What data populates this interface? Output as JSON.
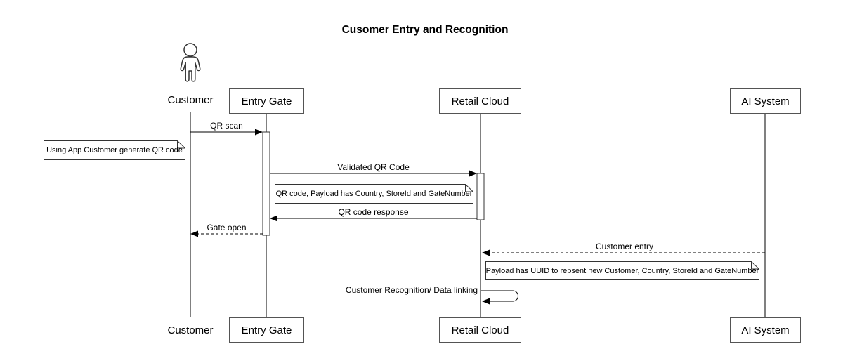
{
  "title": "Cusomer Entry and Recognition",
  "participants": [
    {
      "name": "Customer",
      "type": "actor"
    },
    {
      "name": "Entry Gate",
      "type": "participant"
    },
    {
      "name": "Retail Cloud",
      "type": "participant"
    },
    {
      "name": "AI System",
      "type": "participant"
    }
  ],
  "messages": [
    {
      "label": "QR scan",
      "from": "Customer",
      "to": "Entry Gate",
      "line": "solid"
    },
    {
      "label": "Validated QR Code",
      "from": "Entry Gate",
      "to": "Retail Cloud",
      "line": "solid"
    },
    {
      "label": "QR code response",
      "from": "Retail Cloud",
      "to": "Entry Gate",
      "line": "solid"
    },
    {
      "label": "Gate open",
      "from": "Entry Gate",
      "to": "Customer",
      "line": "dashed"
    },
    {
      "label": "Customer entry",
      "from": "AI System",
      "to": "Retail Cloud",
      "line": "dashed"
    },
    {
      "label": "Customer Recognition/ Data linking",
      "from": "Retail Cloud",
      "to": "Retail Cloud",
      "line": "self"
    }
  ],
  "notes": [
    {
      "text": "Using App Customer generate QR code",
      "anchor": "Customer"
    },
    {
      "text": "QR code, Payload has Country, StoreId and GateNumber",
      "anchor": "Entry Gate / Retail Cloud"
    },
    {
      "text": "Payload has UUID to repsent new Customer, Country, StoreId and GateNumber",
      "anchor": "Retail Cloud / AI System"
    }
  ],
  "colors": {
    "background": "#ffffff",
    "line": "#000000",
    "box_border": "#545454",
    "note_border": "#333333",
    "text": "#000000"
  }
}
